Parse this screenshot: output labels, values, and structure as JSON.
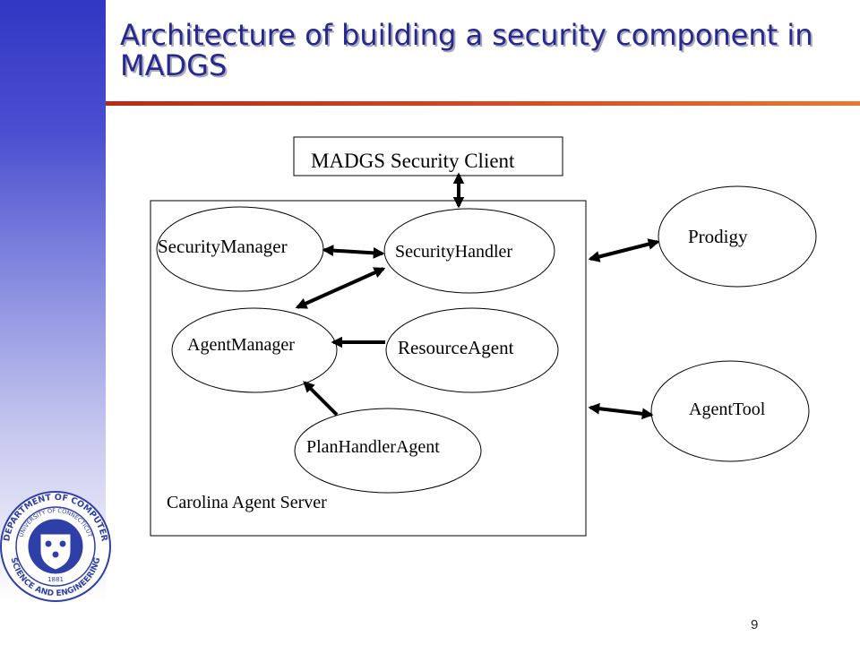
{
  "slide": {
    "title": "Architecture of building a security component in MADGS",
    "page_number": "9"
  },
  "diagram": {
    "client_box": "MADGS Security Client",
    "server_box": "Carolina Agent Server",
    "nodes": {
      "security_manager": "SecurityManager",
      "security_handler": "SecurityHandler",
      "agent_manager": "AgentManager",
      "resource_agent": "ResourceAgent",
      "plan_handler_agent": "PlanHandlerAgent",
      "prodigy": "Prodigy",
      "agent_tool": "AgentTool"
    }
  },
  "logo": {
    "ring_text_top": "DEPARTMENT OF COMPUTER",
    "ring_text_bottom": "SCIENCE AND ENGINEERING",
    "inner_text_top": "UNIVERSITY OF CONNECTICUT",
    "year": "1881"
  },
  "colors": {
    "title": "#26288f",
    "rule": "#c8361a",
    "seal_blue": "#2f3fa8"
  }
}
